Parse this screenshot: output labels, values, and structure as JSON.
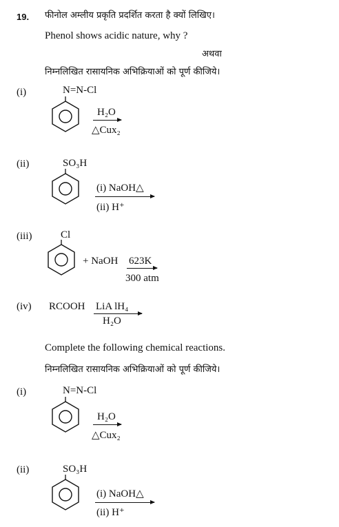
{
  "question": {
    "number": "19.",
    "hindi_prompt": "फीनोल अम्लीय प्रकृति प्रदर्शित करता है क्यों लिखिए।",
    "english_prompt": "Phenol shows acidic nature, why ?",
    "or_hindi": "अथवा",
    "complete_hindi": "निम्नलिखित रासायनिक अभिक्रियाओं को पूर्ण कीजिये।"
  },
  "reactions_a": [
    {
      "label": "(i)",
      "substituent": "N=N-Cl",
      "above": "H₂O",
      "below": "△Cux₂"
    },
    {
      "label": "(ii)",
      "substituent": "SO₃H",
      "above": "(i)  NaOH△",
      "below": "(ii)  H⁺"
    },
    {
      "label": "(iii)",
      "substituent": "Cl",
      "reagent": "+ NaOH",
      "above": "623K",
      "below": "300 atm"
    },
    {
      "label": "(iv)",
      "reactant": "RCOOH",
      "above": "LiA lH₄",
      "below": "H₂O"
    }
  ],
  "complete_english": "Complete the following chemical reactions.",
  "complete_hindi_2": "निम्नलिखित रासायनिक अभिक्रियाओं को पूर्ण कीजिये।",
  "reactions_b": [
    {
      "label": "(i)",
      "substituent": "N=N-Cl",
      "above": "H₂O",
      "below": "△Cux₂"
    },
    {
      "label": "(ii)",
      "substituent": "SO₃H",
      "above": "(i)  NaOH△",
      "below": "(ii)  H⁺"
    }
  ]
}
